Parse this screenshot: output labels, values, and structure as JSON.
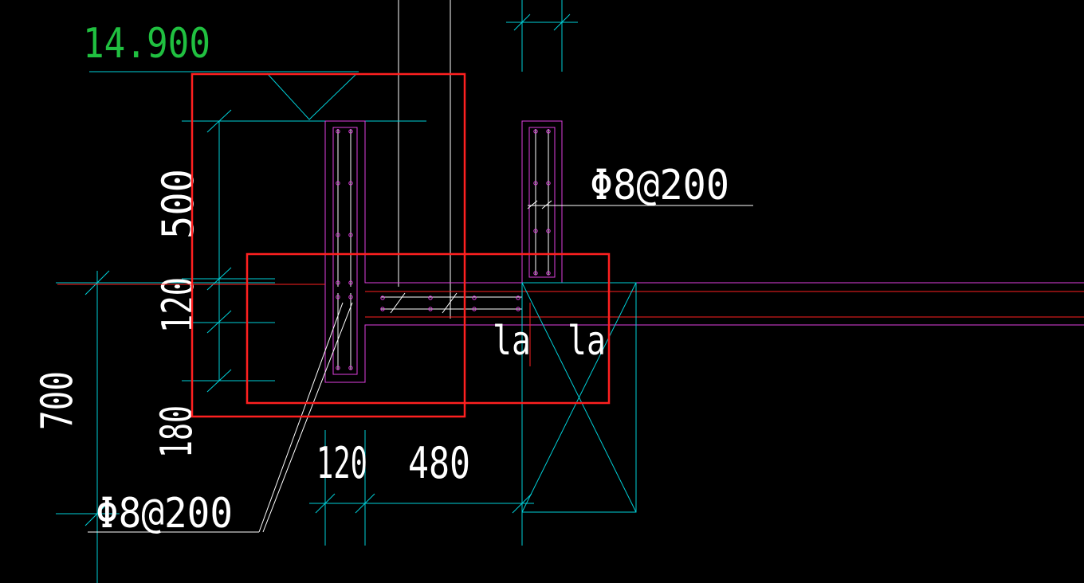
{
  "colors": {
    "background": "#000000",
    "elevation_text": "#20c040",
    "dimension_text": "#ffffff",
    "dimension_lines": "#00d0d8",
    "wall_outline": "#e040e0",
    "highlight_boxes": "#ff2020"
  },
  "labels": {
    "elevation": "14.900",
    "dim_500": "500",
    "dim_120_vertical": "120",
    "dim_700": "700",
    "dim_180": "180",
    "dim_120_horizontal": "120",
    "dim_480": "480",
    "rebar_callout_right": "Φ8@200",
    "rebar_callout_left": "Φ8@200",
    "anchorage_left": "la",
    "anchorage_right": "la"
  }
}
